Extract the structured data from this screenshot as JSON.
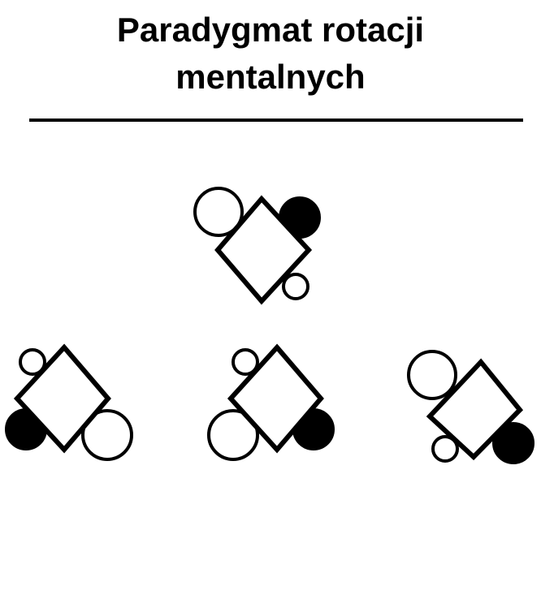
{
  "title": {
    "line1": "Paradygmat rotacji",
    "line2": "mentalnych"
  },
  "colors": {
    "ink": "#000000",
    "paper": "#ffffff"
  },
  "figures": [
    {
      "id": "reference",
      "role": "reference-stimulus",
      "row": "top",
      "column": "center"
    },
    {
      "id": "option-1",
      "role": "comparison-stimulus",
      "row": "bottom",
      "column": "left"
    },
    {
      "id": "option-2",
      "role": "comparison-stimulus",
      "row": "bottom",
      "column": "center"
    },
    {
      "id": "option-3",
      "role": "comparison-stimulus",
      "row": "bottom",
      "column": "right"
    }
  ]
}
